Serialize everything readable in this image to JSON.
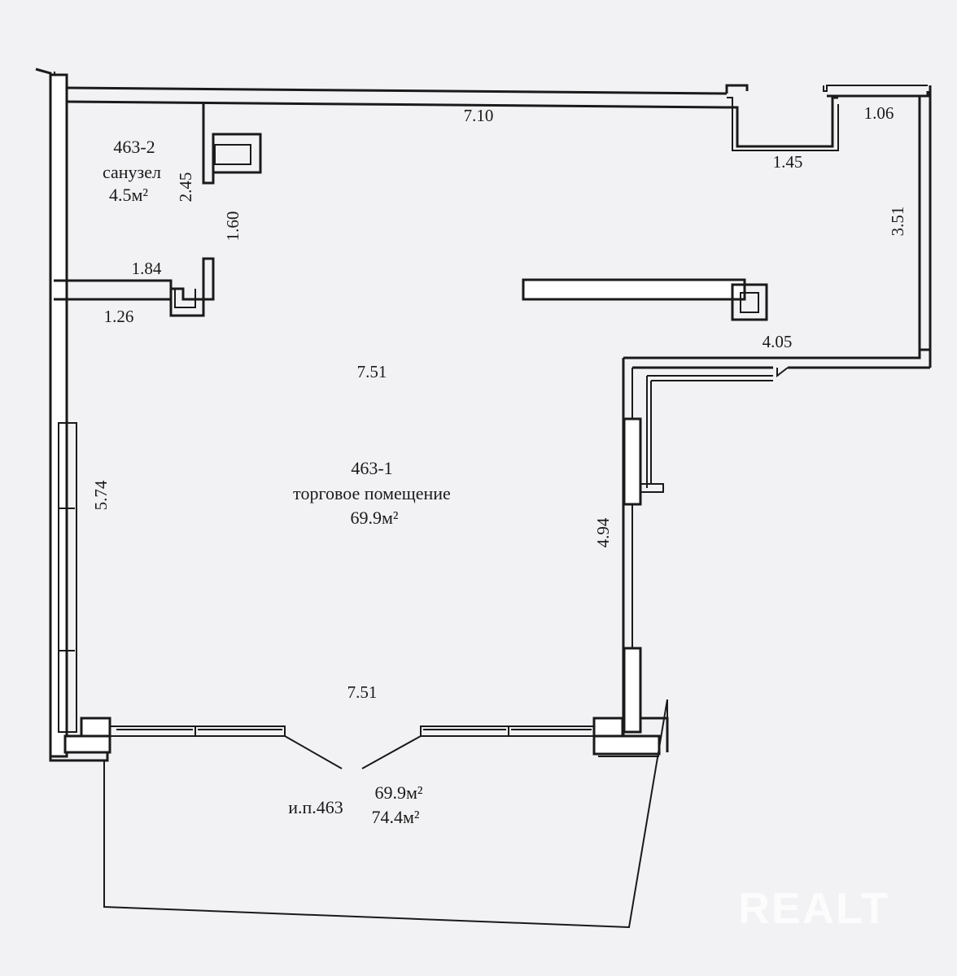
{
  "rooms": {
    "bathroom": {
      "id": "463-2",
      "name": "санузел",
      "area": "4.5м²"
    },
    "sales": {
      "id": "463-1",
      "name": "торговое помещение",
      "area": "69.9м²"
    }
  },
  "summary": {
    "label": "и.п.463",
    "area_main": "69.9м²",
    "area_total": "74.4м²"
  },
  "dimensions": {
    "top_wall": "7.10",
    "niche_width": "1.45",
    "niche_right": "1.06",
    "right_upper": "3.51",
    "right_step": "4.05",
    "right_lower": "4.94",
    "left_wall": "5.74",
    "inner_top": "7.51",
    "inner_bottom": "7.51",
    "bath_height": "2.45",
    "passage": "1.60",
    "bath_width": "1.84",
    "partition": "1.26"
  },
  "watermark": "REALT"
}
